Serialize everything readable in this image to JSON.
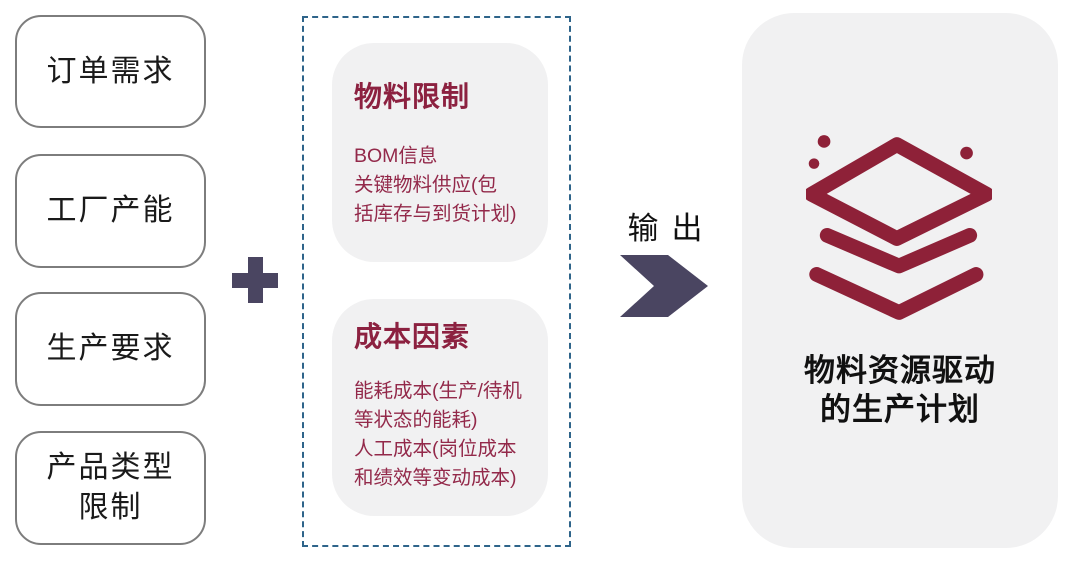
{
  "inputs": {
    "items": [
      {
        "label": "订单需求"
      },
      {
        "label": "工厂产能"
      },
      {
        "label": "生产要求"
      },
      {
        "label": "产品类型\n限制"
      }
    ]
  },
  "plus_icon": "plus",
  "constraints": {
    "cards": [
      {
        "title": "物料限制",
        "body": "BOM信息\n关键物料供应(包\n括库存与到货计划)"
      },
      {
        "title": "成本因素",
        "body": "能耗成本(生产/待机\n等状态的能耗)\n人工成本(岗位成本\n和绩效等变动成本)"
      }
    ]
  },
  "output": {
    "label": "输出"
  },
  "result": {
    "label": "物料资源驱动\n的生产计划",
    "icon": "layers-stack"
  },
  "colors": {
    "maroon_icon": "#8E2138",
    "maroon_title": "#8C2140",
    "maroon_body": "#93294A",
    "slate_arrow": "#4A4561",
    "dashed_border": "#2E648A",
    "card_background": "#F1F1F2",
    "input_border": "#7D7D7D",
    "text_black": "#111111"
  }
}
